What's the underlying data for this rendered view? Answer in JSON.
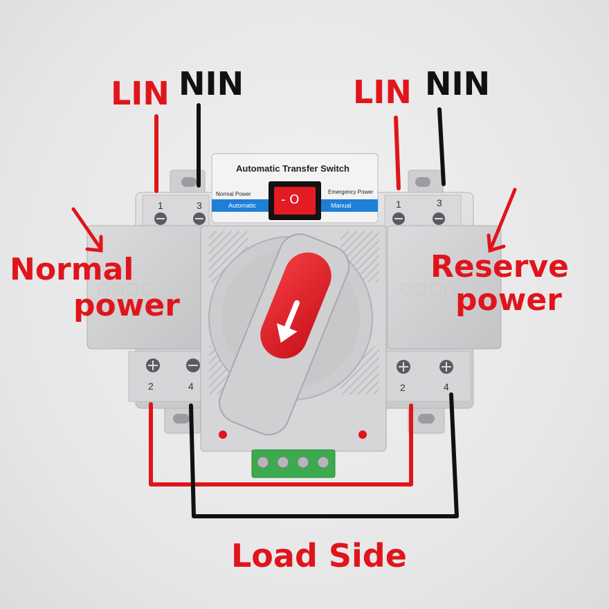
{
  "labels": {
    "normal_lin": "LIN",
    "normal_nin": "NIN",
    "reserve_lin": "LIN",
    "reserve_nin": "NIN",
    "normal_power_1": "Normal",
    "normal_power_2": "power",
    "reserve_power_1": "Reserve",
    "reserve_power_2": "power",
    "load_side": "Load Side"
  },
  "plate": {
    "title": "Automatic Transfer Switch",
    "normal_power": "Normal Power",
    "emergency_power": "Emergency Power",
    "automatic": "Automatic",
    "manual": "Manual",
    "rocker_symbol": "- O"
  },
  "terminals": {
    "top_left_1": "1",
    "top_left_3": "3",
    "top_right_1": "1",
    "top_right_3": "3",
    "bottom_left_2": "2",
    "bottom_left_4": "4",
    "bottom_right_2": "2",
    "bottom_right_4": "4"
  },
  "colors": {
    "annotation_red": "#e0151b",
    "annotation_black": "#111111",
    "plate_blue": "#1e7fd6",
    "housing_gray": "#d4d4d6",
    "handle_red": "#e31b23",
    "terminal_block_green": "#3bab4e"
  }
}
